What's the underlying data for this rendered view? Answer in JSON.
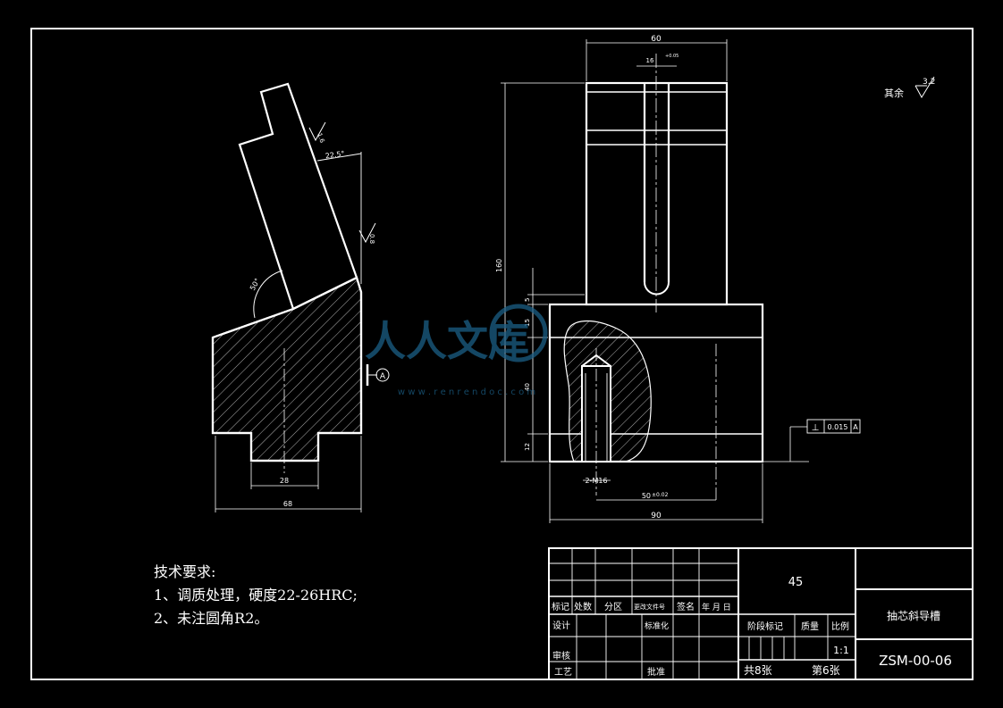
{
  "title_block": {
    "material": "45",
    "part_name": "抽芯斜导槽",
    "drawing_no": "ZSM-00-06",
    "scale": "1:1",
    "sheet_total": "共8张",
    "sheet_no": "第6张",
    "labels": {
      "mark": "标记",
      "count": "处数",
      "zone": "分区",
      "change_doc": "更改文件号",
      "sign": "签名",
      "date": "年 月 日",
      "design": "设计",
      "standardize": "标准化",
      "stage_mark": "阶段标记",
      "weight": "质量",
      "ratio": "比例",
      "review": "审核",
      "process": "工艺",
      "approve": "批准"
    }
  },
  "tech_requirements": {
    "heading": "技术要求:",
    "items": [
      "1、调质处理，硬度22-26HRC;",
      "2、未注圆角R2。"
    ]
  },
  "surface_finish_note": {
    "label": "其余",
    "value": "3.2"
  },
  "left_view": {
    "dims": {
      "width_overall": "68",
      "width_boss": "28",
      "angle_incline": "22.5°",
      "angle_base": "50°",
      "roughness_1": "1.6",
      "roughness_2": "0.8"
    },
    "datum": "A"
  },
  "right_view": {
    "dims": {
      "width_top": "60",
      "slot_width": "16",
      "slot_tol": "+0.05",
      "height_total": "160",
      "dim_5": "5",
      "dim_15": "15",
      "dim_40": "40",
      "dim_12": "12",
      "thread": "2-M16",
      "hole_spacing": "50",
      "hole_tol": "±0.02",
      "width_base": "90"
    },
    "tolerance_frame": {
      "symbol": "⊥",
      "value": "0.015",
      "datum": "A"
    }
  },
  "watermark": {
    "text": "人人文库",
    "url": "w w w . r e n r e n d o c . c o m"
  }
}
